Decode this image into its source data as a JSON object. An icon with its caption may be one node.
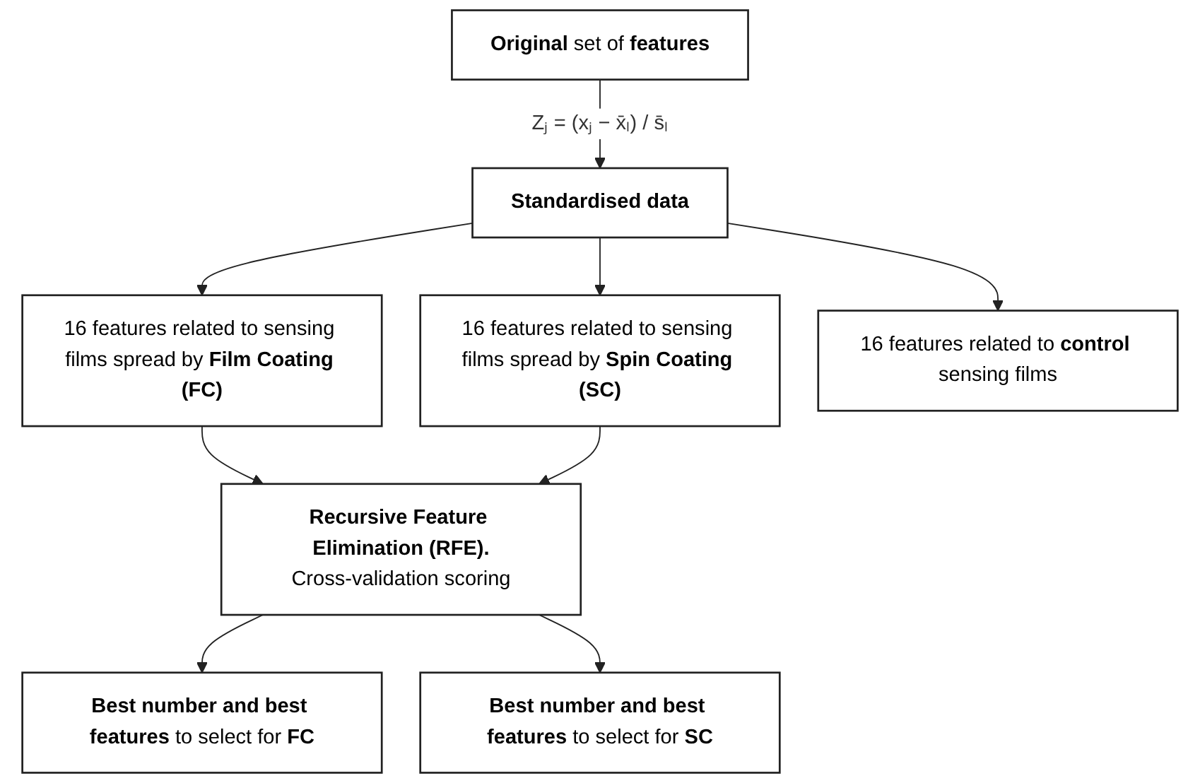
{
  "diagram": {
    "nodes": [
      {
        "text": [
          "**Original** set of **features**"
        ]
      },
      {
        "text": [
          "Standardised data"
        ]
      },
      {
        "text": [
          "16 features related to sensing films spread by **Film Coating (FC)**"
        ]
      },
      {
        "text": [
          "16 features related to sensing films spread by **Spin Coating (SC)**"
        ]
      },
      {
        "text": [
          "16 features related to **control** sensing films"
        ]
      },
      {
        "text": [
          "**Recursive Feature Elimination (RFE).**",
          "Cross-validation scoring"
        ]
      },
      {
        "text": [
          "**Best number and best features** to select for **FC**"
        ]
      },
      {
        "text": [
          "**Best number and best features** to select for **SC**"
        ]
      }
    ],
    "edges": [
      {
        "from": 0,
        "to": 1,
        "arrow": "to",
        "label": "Zⱼ = (xⱼ − x̄ₗ) / s̄ₗ"
      },
      {
        "from": 1,
        "to": 2,
        "arrow": "to"
      },
      {
        "from": 1,
        "to": 3,
        "arrow": "to"
      },
      {
        "from": 1,
        "to": 4,
        "arrow": "to"
      },
      {
        "from": 2,
        "to": 5,
        "arrow": "to"
      },
      {
        "from": 3,
        "to": 5,
        "arrow": "to"
      },
      {
        "from": 5,
        "to": 6,
        "arrow": "to"
      },
      {
        "from": 5,
        "to": 7,
        "arrow": "to"
      }
    ]
  }
}
